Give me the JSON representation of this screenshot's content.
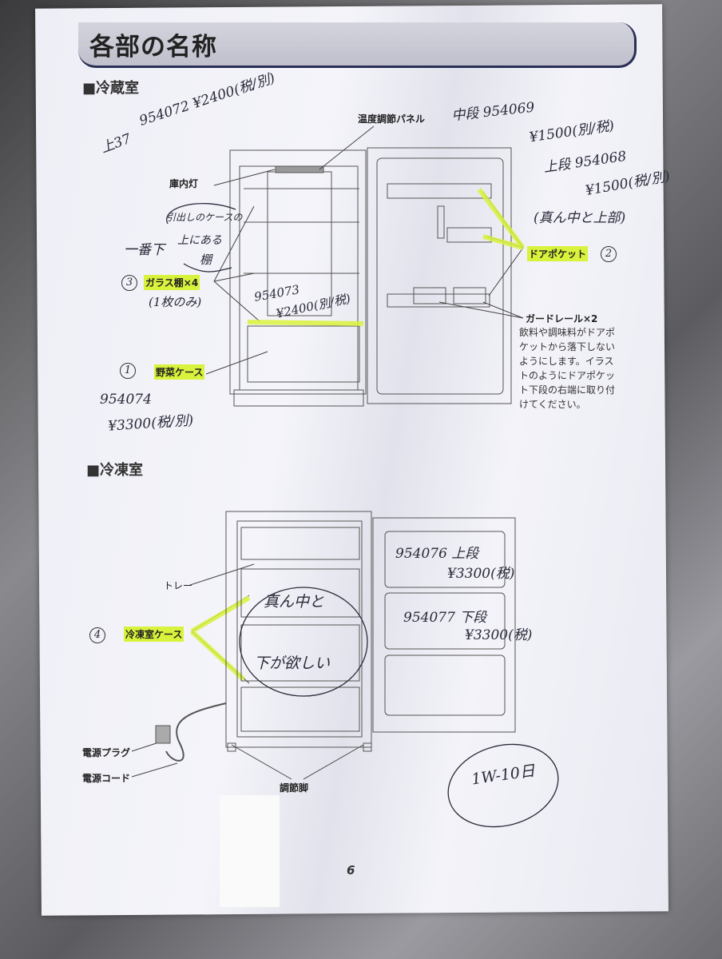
{
  "title": "各部の名称",
  "fridge": {
    "section": "冷蔵室",
    "labels": {
      "temp_panel": "温度調節パネル",
      "light": "庫内灯",
      "glass_shelf": "ガラス棚×4",
      "vegetable_case": "野菜ケース",
      "door_pocket": "ドアポケット",
      "guard_rail": "ガードレール×2"
    },
    "guard_rail_desc": "飲料や調味料がドアポケットから落下しないようにします。イラストのようにドアポケット下段の右端に取り付けてください。"
  },
  "freezer": {
    "section": "冷凍室",
    "labels": {
      "tray": "トレー",
      "freezer_case": "冷凍室ケース",
      "plug": "電源プラグ",
      "cord": "電源コード",
      "feet": "調節脚"
    }
  },
  "handwriting": {
    "top_left": "上37",
    "part_954072": "954072 ¥2400(税/別)",
    "mid_pocket": "中段 954069",
    "mid_price": "¥1500(別/税)",
    "top_pocket": "上段 954068",
    "top_price": "¥1500(税/別)",
    "pocket_note": "(真ん中と上部)",
    "num2": "2",
    "shelf_note_1": "引出しのケースの",
    "shelf_note_2": "上にある",
    "shelf_note_3": "棚",
    "shelf_note_bottom": "一番下",
    "num3": "3",
    "shelf_qty": "(1枚のみ)",
    "part_954073": "954073",
    "price_954073": "¥2400(別/税)",
    "num1": "1",
    "part_954074": "954074",
    "price_954074": "¥3300(税/別)",
    "num4": "4",
    "circle_1": "真ん中と",
    "circle_2": "下が欲しい",
    "part_954076": "954076 上段",
    "price_954076": "¥3300(税)",
    "part_954077": "954077 下段",
    "price_954077": "¥3300(税)",
    "date_note": "1W-10日"
  },
  "page_number": "6",
  "colors": {
    "highlight": "#d9f23c",
    "ink": "#2a2a3a",
    "banner_border": "#2a2f55"
  }
}
